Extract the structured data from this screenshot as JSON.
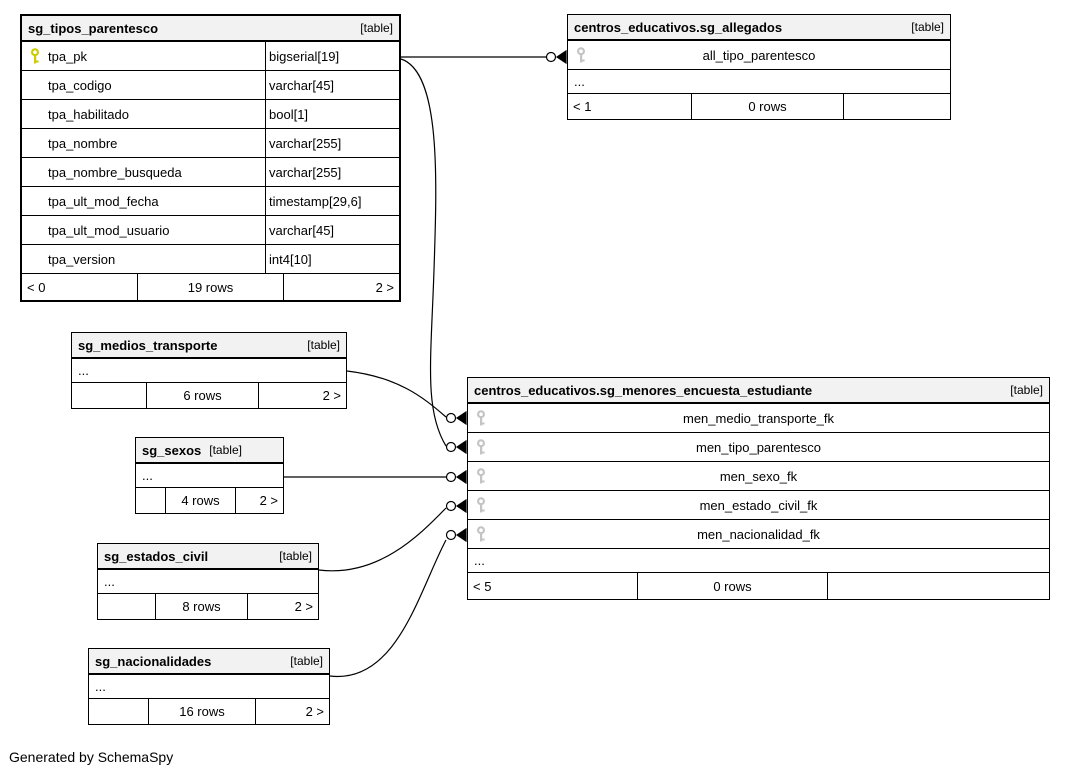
{
  "page": {
    "generated_note": "Generated by SchemaSpy"
  },
  "colors": {
    "header_bg": "#f2f2f2",
    "primary_key": "#cccc00",
    "foreign_key": "#c4c4c4",
    "line": "#000000"
  },
  "tables": {
    "sg_tipos_parentesco": {
      "title": "sg_tipos_parentesco",
      "badge": "[table]",
      "columns": [
        {
          "name": "tpa_pk",
          "type": "bigserial[19]",
          "key": "primary-key"
        },
        {
          "name": "tpa_codigo",
          "type": "varchar[45]",
          "key": "none"
        },
        {
          "name": "tpa_habilitado",
          "type": "bool[1]",
          "key": "none"
        },
        {
          "name": "tpa_nombre",
          "type": "varchar[255]",
          "key": "none"
        },
        {
          "name": "tpa_nombre_busqueda",
          "type": "varchar[255]",
          "key": "none"
        },
        {
          "name": "tpa_ult_mod_fecha",
          "type": "timestamp[29,6]",
          "key": "none"
        },
        {
          "name": "tpa_ult_mod_usuario",
          "type": "varchar[45]",
          "key": "none"
        },
        {
          "name": "tpa_version",
          "type": "int4[10]",
          "key": "none"
        }
      ],
      "footer": {
        "left": "< 0",
        "center": "19 rows",
        "right": "2 >"
      }
    },
    "sg_allegados": {
      "title": "centros_educativos.sg_allegados",
      "badge": "[table]",
      "ellipsis": "...",
      "columns": [
        {
          "name": "all_tipo_parentesco",
          "key": "foreign-key"
        }
      ],
      "footer": {
        "left": "< 1",
        "center": "0 rows",
        "right": ""
      }
    },
    "sg_medios_transporte": {
      "title": "sg_medios_transporte",
      "badge": "[table]",
      "ellipsis": "...",
      "footer": {
        "left": "",
        "center": "6 rows",
        "right": "2 >"
      }
    },
    "sg_sexos": {
      "title": "sg_sexos",
      "badge": "[table]",
      "ellipsis": "...",
      "footer": {
        "left": "",
        "center": "4 rows",
        "right": "2 >"
      }
    },
    "sg_estados_civil": {
      "title": "sg_estados_civil",
      "badge": "[table]",
      "ellipsis": "...",
      "footer": {
        "left": "",
        "center": "8 rows",
        "right": "2 >"
      }
    },
    "sg_nacionalidades": {
      "title": "sg_nacionalidades",
      "badge": "[table]",
      "ellipsis": "...",
      "footer": {
        "left": "",
        "center": "16 rows",
        "right": "2 >"
      }
    },
    "sg_menores_encuesta_estudiante": {
      "title": "centros_educativos.sg_menores_encuesta_estudiante",
      "badge": "[table]",
      "ellipsis": "...",
      "columns": [
        {
          "name": "men_medio_transporte_fk",
          "key": "foreign-key"
        },
        {
          "name": "men_tipo_parentesco",
          "key": "foreign-key"
        },
        {
          "name": "men_sexo_fk",
          "key": "foreign-key"
        },
        {
          "name": "men_estado_civil_fk",
          "key": "foreign-key"
        },
        {
          "name": "men_nacionalidad_fk",
          "key": "foreign-key"
        }
      ],
      "footer": {
        "left": "< 5",
        "center": "0 rows",
        "right": ""
      }
    }
  },
  "relationships": [
    {
      "from": "sg_tipos_parentesco.tpa_pk",
      "to": "centros_educativos.sg_allegados.all_tipo_parentesco"
    },
    {
      "from": "sg_tipos_parentesco.tpa_pk",
      "to": "centros_educativos.sg_menores_encuesta_estudiante.men_tipo_parentesco"
    },
    {
      "from": "sg_medios_transporte",
      "to": "centros_educativos.sg_menores_encuesta_estudiante.men_medio_transporte_fk"
    },
    {
      "from": "sg_sexos",
      "to": "centros_educativos.sg_menores_encuesta_estudiante.men_sexo_fk"
    },
    {
      "from": "sg_estados_civil",
      "to": "centros_educativos.sg_menores_encuesta_estudiante.men_estado_civil_fk"
    },
    {
      "from": "sg_nacionalidades",
      "to": "centros_educativos.sg_menores_encuesta_estudiante.men_nacionalidad_fk"
    }
  ]
}
